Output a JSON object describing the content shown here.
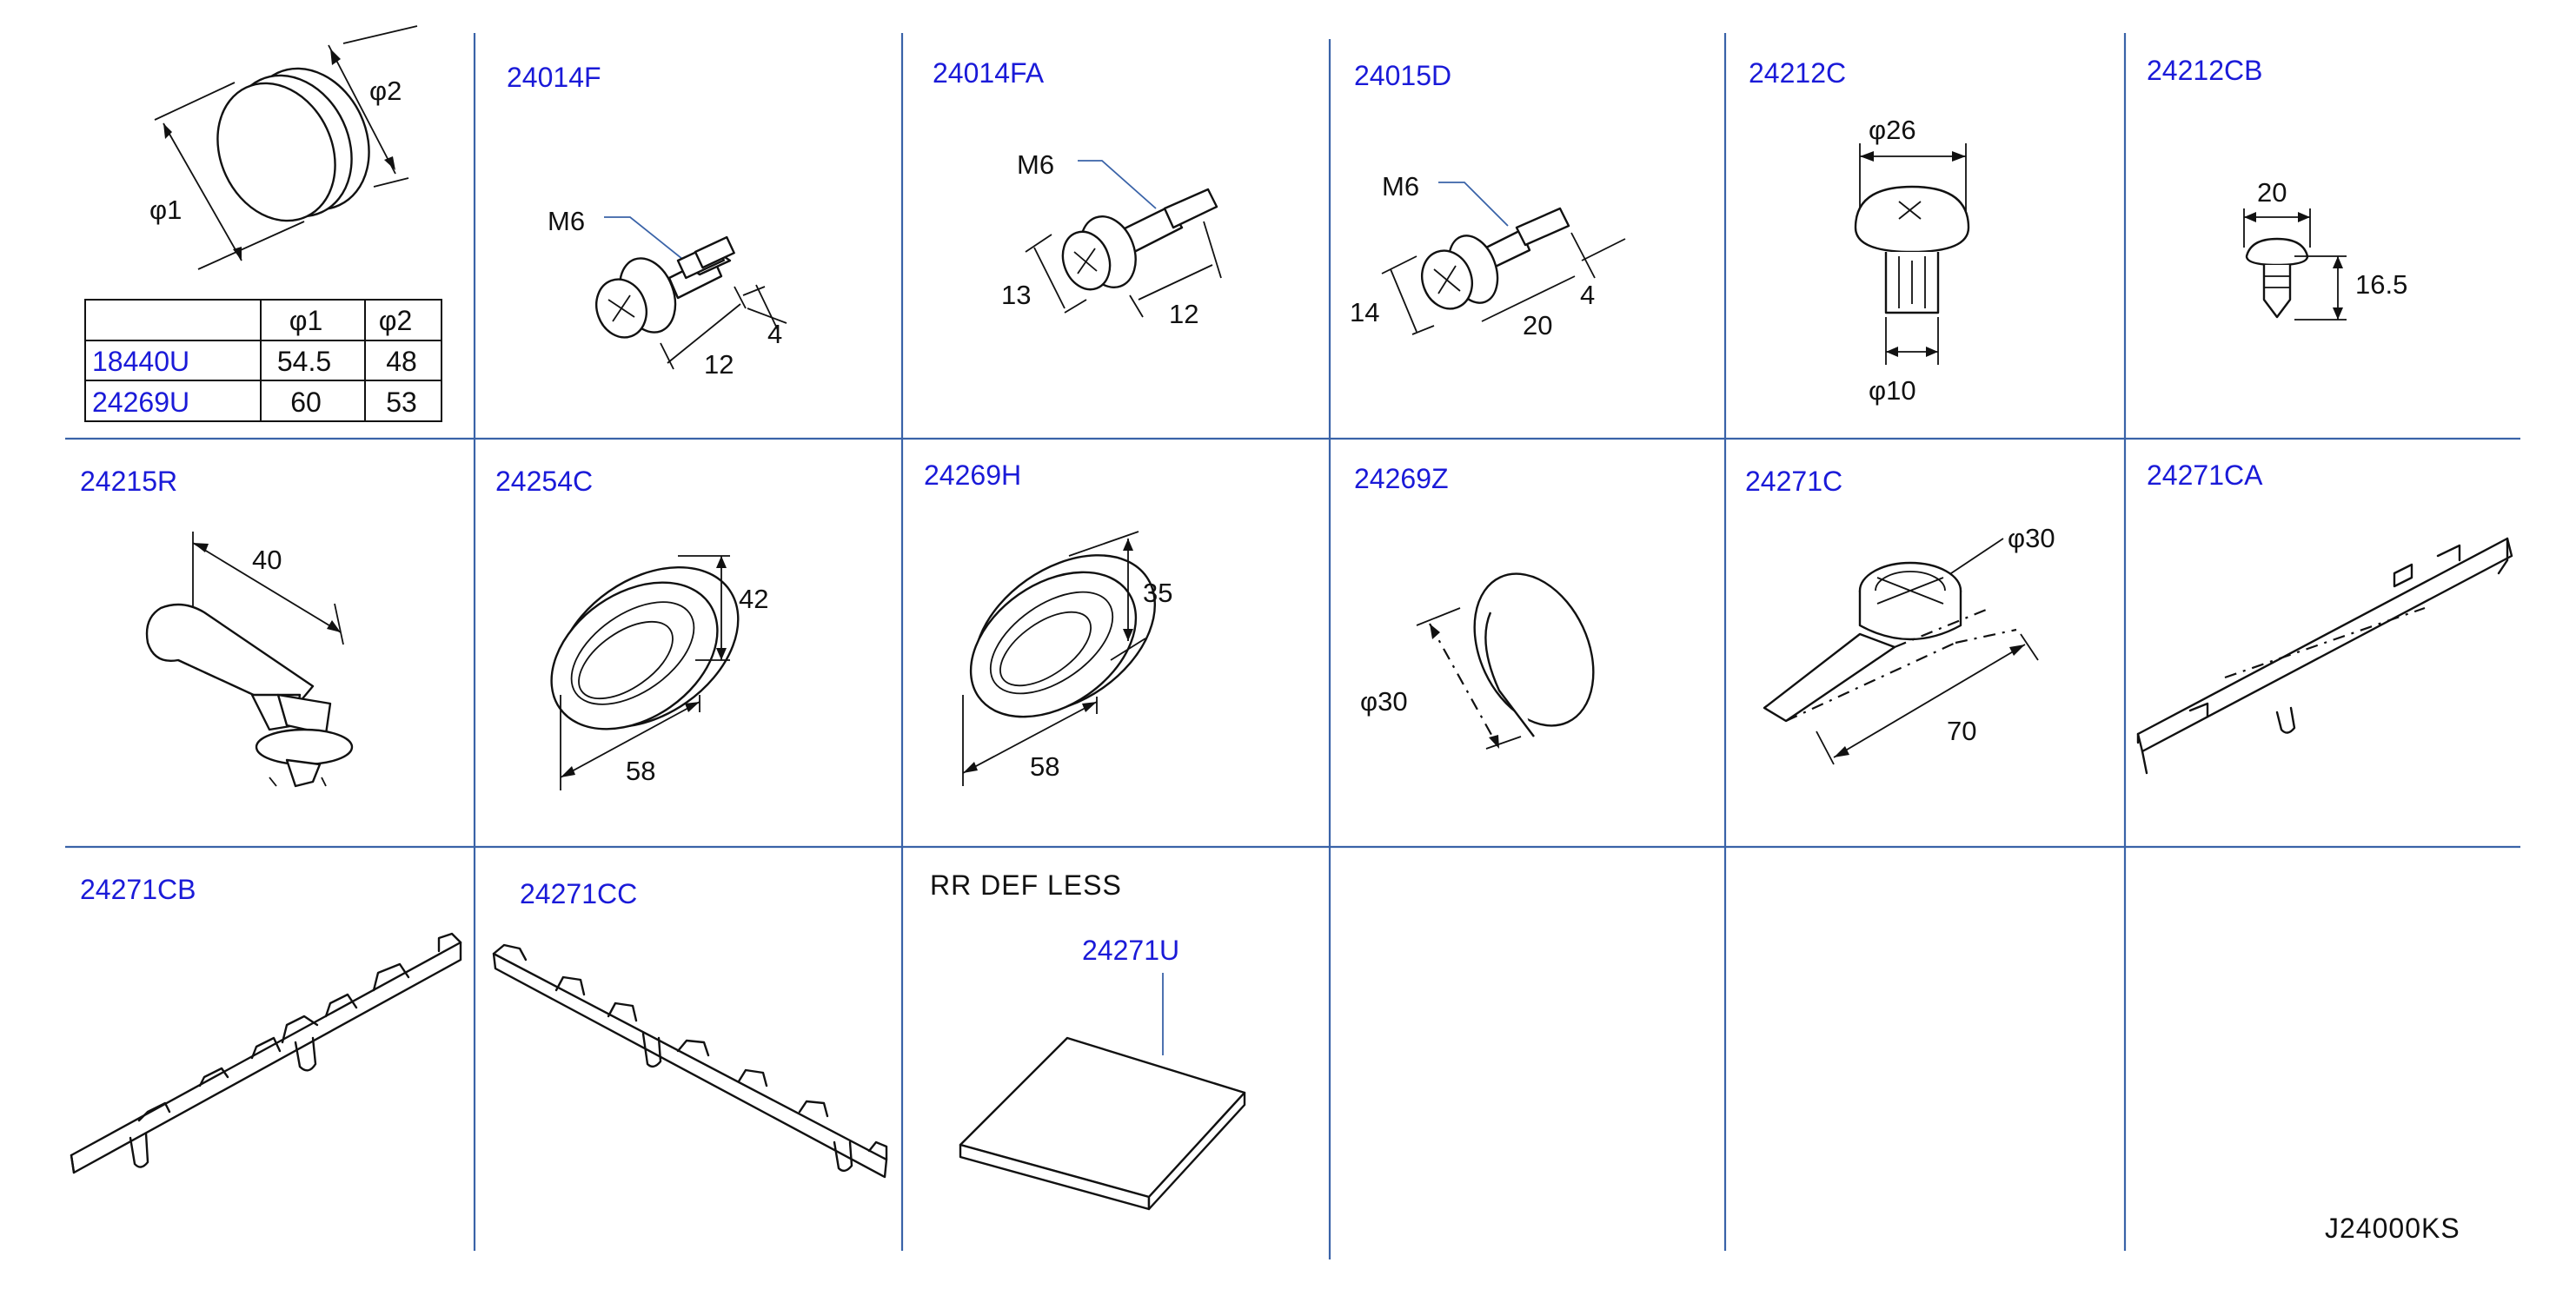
{
  "drawing_id": "J24000KS",
  "grommet_table": {
    "headers": [
      "",
      "φ1",
      "φ2"
    ],
    "rows": [
      {
        "code": "18440U",
        "phi1": "54.5",
        "phi2": "48"
      },
      {
        "code": "24269U",
        "phi1": "60",
        "phi2": "53"
      }
    ],
    "labels": {
      "phi1": "φ1",
      "phi2": "φ2"
    }
  },
  "parts": {
    "p24014F": {
      "code": "24014F",
      "thread": "M6",
      "dims": [
        "12",
        "4"
      ]
    },
    "p24014FA": {
      "code": "24014FA",
      "thread": "M6",
      "dims": [
        "13",
        "12"
      ]
    },
    "p24015D": {
      "code": "24015D",
      "thread": "M6",
      "dims": [
        "14",
        "20",
        "4"
      ]
    },
    "p24212C": {
      "code": "24212C",
      "dims": [
        "φ26",
        "φ10"
      ]
    },
    "p24212CB": {
      "code": "24212CB",
      "dims": [
        "20",
        "16.5"
      ]
    },
    "p24215R": {
      "code": "24215R",
      "dims": [
        "40"
      ]
    },
    "p24254C": {
      "code": "24254C",
      "dims": [
        "42",
        "58"
      ]
    },
    "p24269H": {
      "code": "24269H",
      "dims": [
        "35",
        "58"
      ]
    },
    "p24269Z": {
      "code": "24269Z",
      "dims": [
        "φ30"
      ]
    },
    "p24271C": {
      "code": "24271C",
      "dims": [
        "φ30",
        "70"
      ]
    },
    "p24271CA": {
      "code": "24271CA"
    },
    "p24271CB": {
      "code": "24271CB"
    },
    "p24271CC": {
      "code": "24271CC"
    },
    "p24271U": {
      "code": "24271U",
      "note": "RR   DEF   LESS"
    }
  }
}
